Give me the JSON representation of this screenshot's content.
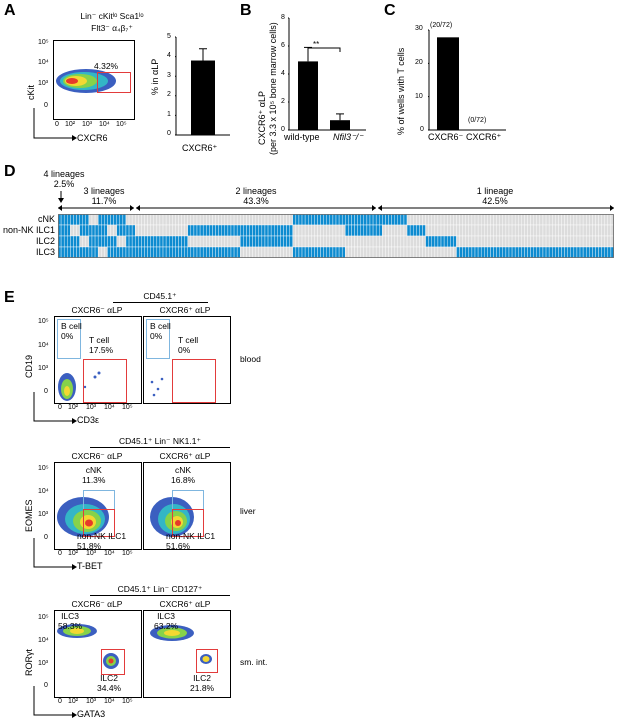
{
  "panels": {
    "A": {
      "letter": "A",
      "gate_title_1": "Lin⁻ cKitˡᵒ Sca1ˡᵒ",
      "gate_title_2": "Flt3⁻ α₄β₇⁺",
      "xlabel": "CXCR6",
      "ylabel": "cKit",
      "gate_pct": "4.32%",
      "yticks": [
        "10⁵",
        "10⁴",
        "10³",
        "0"
      ],
      "xticks": [
        "0",
        "10²",
        "10³",
        "10⁴",
        "10⁵"
      ],
      "bar_ylabel": "% in αLP",
      "bar_yticks": [
        "5",
        "4",
        "3",
        "2",
        "1",
        "0"
      ],
      "bar_category": "CXCR6⁺"
    },
    "B": {
      "letter": "B",
      "ylabel_1": "CXCR6⁺ αLP",
      "ylabel_2": "(per 3.3 x 10⁵ bone marrow cells)",
      "yticks": [
        "8",
        "6",
        "4",
        "2",
        "0"
      ],
      "categories": [
        "wild-type",
        "Nfil3⁻/⁻"
      ],
      "sig": "**"
    },
    "C": {
      "letter": "C",
      "ylabel": "% of wells with T cells",
      "yticks": [
        "30",
        "20",
        "10",
        "0"
      ],
      "categories": [
        "CXCR6⁻",
        "CXCR6⁺"
      ],
      "bar_labels": [
        "(20/72)",
        "(0/72)"
      ]
    },
    "D": {
      "letter": "D",
      "groups": [
        {
          "name": "4 lineages",
          "pct": "2.5%"
        },
        {
          "name": "3 lineages",
          "pct": "11.7%"
        },
        {
          "name": "2 lineages",
          "pct": "43.3%"
        },
        {
          "name": "1 lineage",
          "pct": "42.5%"
        }
      ],
      "rows": [
        "cNK",
        "non-NK ILC1",
        "ILC2",
        "ILC3"
      ],
      "color_on": "#0d8bd0",
      "color_off": "#dcdcdc"
    },
    "E": {
      "letter": "E",
      "col_titles": [
        "CXCR6⁻ αLP",
        "CXCR6⁺ αLP"
      ],
      "yticks": [
        "10⁵",
        "10⁴",
        "10³",
        "0"
      ],
      "xticks": [
        "0",
        "10²",
        "10³",
        "10⁴",
        "10⁵"
      ],
      "row1": {
        "header": "CD45.1⁺",
        "tissue": "blood",
        "ylabel": "CD19",
        "xlabel": "CD3ε",
        "left": {
          "b_label": "B cell",
          "b_pct": "0%",
          "t_label": "T cell",
          "t_pct": "17.5%"
        },
        "right": {
          "b_label": "B cell",
          "b_pct": "0%",
          "t_label": "T cell",
          "t_pct": "0%"
        }
      },
      "row2": {
        "header": "CD45.1⁺ Lin⁻ NK1.1⁺",
        "tissue": "liver",
        "ylabel": "EOMES",
        "xlabel": "T-BET",
        "left": {
          "a_label": "cNK",
          "a_pct": "11.3%",
          "b_label": "non-NK ILC1",
          "b_pct": "51.8%"
        },
        "right": {
          "a_label": "cNK",
          "a_pct": "16.8%",
          "b_label": "non-NK ILC1",
          "b_pct": "51.6%"
        }
      },
      "row3": {
        "header": "CD45.1⁺ Lin⁻ CD127⁺",
        "tissue": "sm. int.",
        "ylabel": "RORγt",
        "xlabel": "GATA3",
        "left": {
          "a_label": "ILC3",
          "a_pct": "58.3%",
          "b_label": "ILC2",
          "b_pct": "34.4%"
        },
        "right": {
          "a_label": "ILC3",
          "a_pct": "63.2%",
          "b_label": "ILC2",
          "b_pct": "21.8%"
        }
      }
    }
  },
  "chart_data": [
    {
      "type": "bar",
      "categories": [
        "CXCR6⁺"
      ],
      "values": [
        3.8
      ],
      "errors": [
        0.6
      ],
      "ylabel": "% in αLP",
      "ylim": [
        0,
        5
      ]
    },
    {
      "type": "bar",
      "categories": [
        "wild-type",
        "Nfil3⁻/⁻"
      ],
      "values": [
        4.9,
        0.7
      ],
      "errors": [
        1.0,
        0.45
      ],
      "ylabel": "CXCR6⁺ αLP (per 3.3 x 10⁵ bone marrow cells)",
      "ylim": [
        0,
        8
      ]
    },
    {
      "type": "bar",
      "categories": [
        "CXCR6⁻",
        "CXCR6⁺"
      ],
      "values": [
        27.8,
        0
      ],
      "ylabel": "% of wells with T cells",
      "ylim": [
        0,
        30
      ]
    }
  ]
}
